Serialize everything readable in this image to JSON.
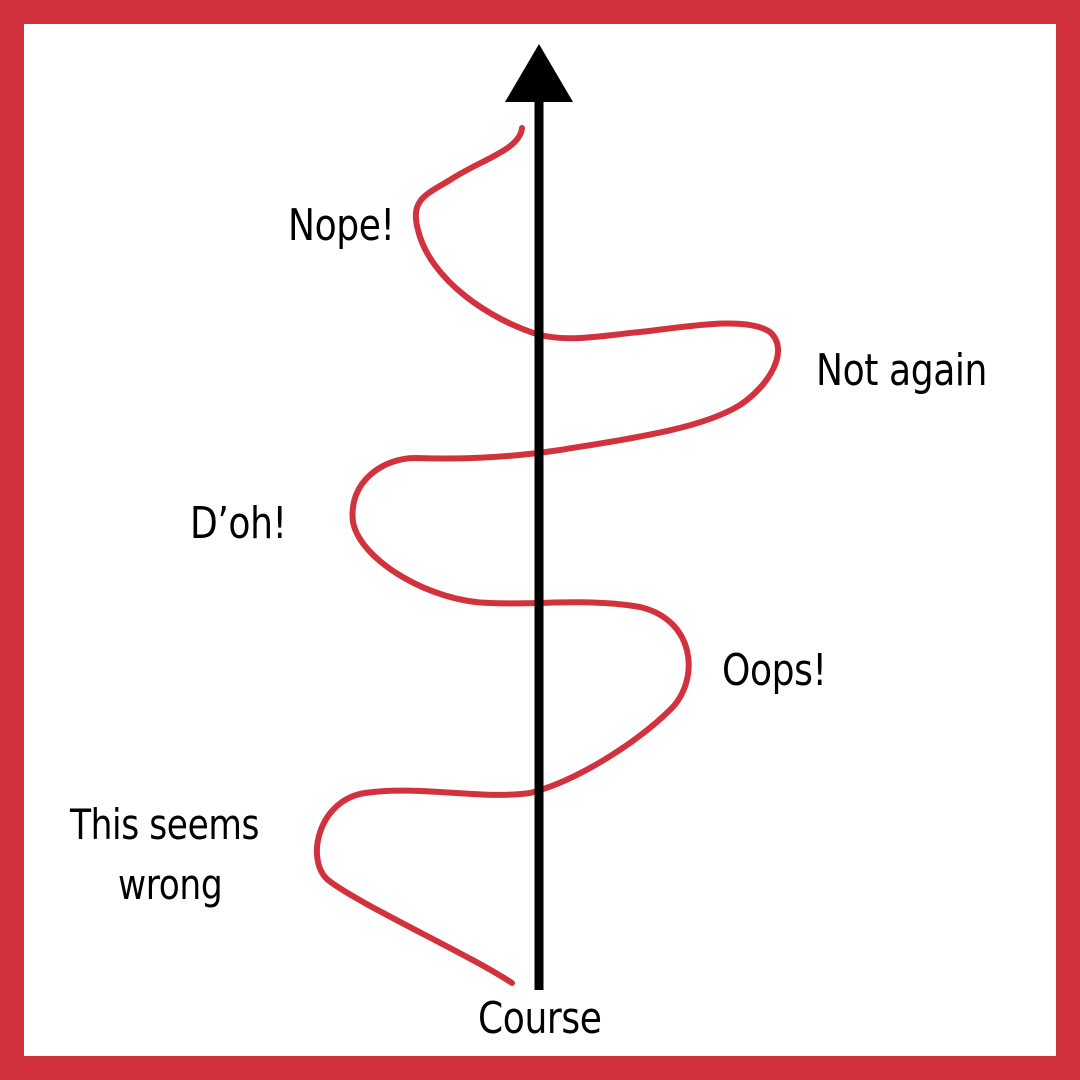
{
  "colors": {
    "border": "#d2323d",
    "background": "#ffffff",
    "path": "#d2323d",
    "axis": "#000000",
    "text": "#000000"
  },
  "axis": {
    "label": "Course"
  },
  "annotations": {
    "nope": "Nope!",
    "not_again": "Not again",
    "doh": "D’oh!",
    "oops": "Oops!",
    "this_seems_wrong_line1": "This seems",
    "this_seems_wrong_line2": "wrong"
  }
}
